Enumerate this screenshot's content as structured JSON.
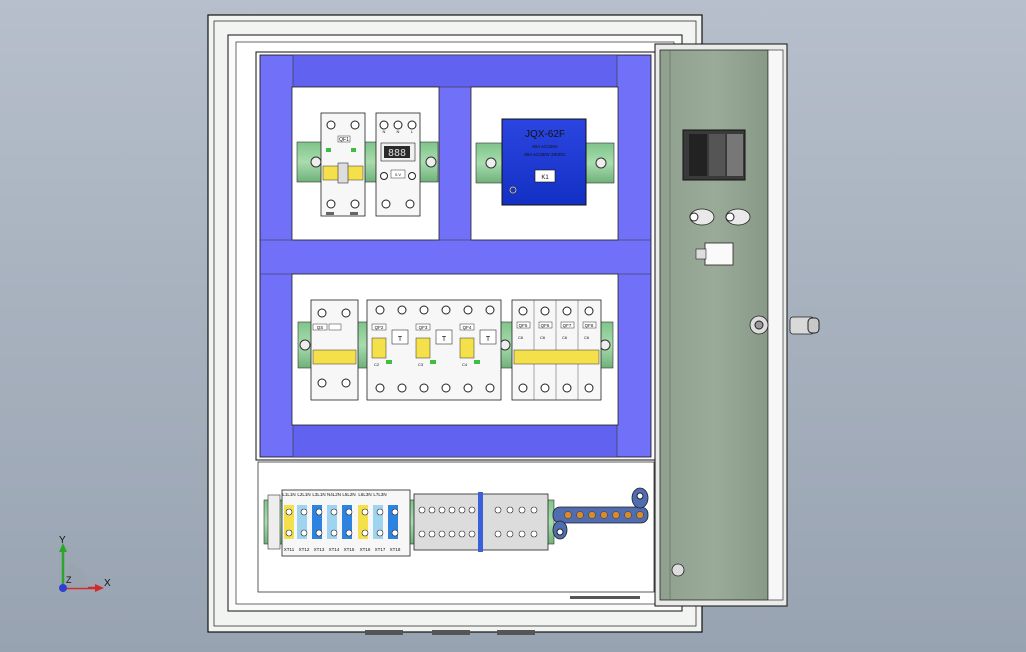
{
  "view": {
    "triad": {
      "y_label": "Y",
      "z_label": "Z",
      "x_label": "X"
    }
  },
  "cabinet": {
    "relay": {
      "model": "JQX-62F",
      "line1": "80A AC220V",
      "line2": "80A AC250V 28VDC",
      "tag": "K1"
    },
    "top_breaker_tag": "QF1",
    "bottom_breakers": {
      "main_tag": "QS",
      "rcbo_tags": [
        "QF2",
        "QF3",
        "QF4"
      ],
      "rcbo_test": "T",
      "mcb_tags": [
        "QF5",
        "QF6",
        "QF7",
        "QF8"
      ],
      "mcb_marks": [
        "C6",
        "C6",
        "C6",
        "C6"
      ],
      "rcbo_marks": [
        "C2",
        "C3",
        "C4"
      ]
    },
    "meter": {
      "display": "888",
      "terminals_top": [
        "N",
        "N",
        "L"
      ],
      "label": "0.V"
    },
    "terminals": {
      "top_labels": [
        "L1L1N",
        "L2L1N",
        "L3L1N",
        "N4L2N",
        "L5L2N",
        "L6L3N",
        "L7L3N"
      ],
      "bottom_labels": [
        "XT11",
        "XT12",
        "XT13",
        "XT14",
        "XT15",
        "XT16",
        "XT17",
        "XT18"
      ]
    }
  }
}
